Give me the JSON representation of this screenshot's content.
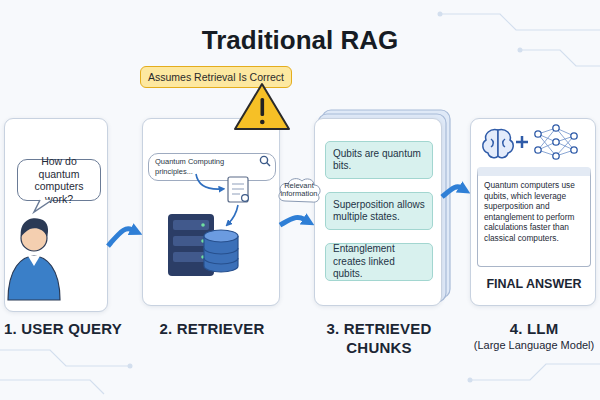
{
  "diagram": {
    "title": "Traditional RAG",
    "nodes": [
      {
        "text": [
          "1. USER QUERY"
        ]
      },
      {
        "text": [
          "How do quantum computers work?"
        ],
        "in": 0
      },
      {
        "text": [
          "Assumes Retrieval Is Correct"
        ]
      },
      {
        "text": [
          "2. RETRIEVER"
        ]
      },
      {
        "text": [
          "Quantum Computing principles..."
        ],
        "in": 3
      },
      {
        "text": [
          "3. RETRIEVED CHUNKS"
        ]
      },
      {
        "text": [
          "Qubits are quantum bits."
        ],
        "in": 5
      },
      {
        "text": [
          "Superposition allows multiple states."
        ],
        "in": 5
      },
      {
        "text": [
          "Entanglement creates linked qubits."
        ],
        "in": 5
      },
      {
        "text": [
          "FINAL ANSWER",
          "4. LLM",
          "(Large Language Model)"
        ]
      },
      {
        "text": [
          "Quantum computers use qubits, which leverage superposition and entanglement to perform calculations faster than classical computers."
        ],
        "in": 9
      }
    ],
    "edges": [
      {
        "from": 0,
        "to": 3,
        "arrow": "to"
      },
      {
        "from": 3,
        "to": 5,
        "arrow": "to",
        "label": "Relevant information"
      },
      {
        "from": 5,
        "to": 9,
        "arrow": "to"
      }
    ]
  }
}
